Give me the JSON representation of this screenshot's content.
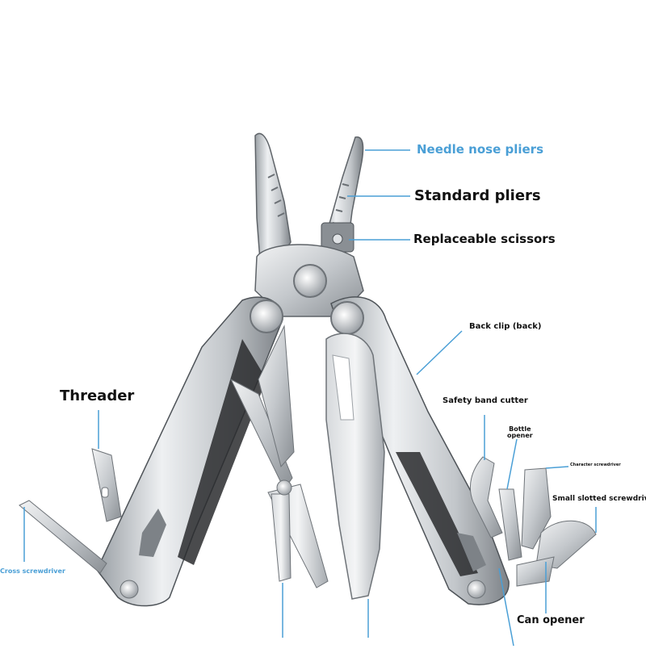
{
  "product": "multitool pliers",
  "labels": {
    "needle_nose_pliers": "Needle nose pliers",
    "standard_pliers": "Standard pliers",
    "replaceable_scissors": "Replaceable scissors",
    "back_clip": "Back clip (back)",
    "threader": "Threader",
    "safety_band_cutter": "Safety band cutter",
    "bottle_opener": "Bottle\nopener",
    "character_screwdriver": "Character screwdriver",
    "small_slotted_screwdriver": "Small slotted screwdriver",
    "cross_screwdriver": "Cross screwdriver",
    "can_opener": "Can opener"
  },
  "colors": {
    "accent_blue": "#4a9fd6",
    "label_black": "#111111",
    "steel_light": "#e4e6e8",
    "steel_mid": "#b8bcc0",
    "steel_dark": "#6e7378",
    "handle_black": "#2a2c2e"
  }
}
